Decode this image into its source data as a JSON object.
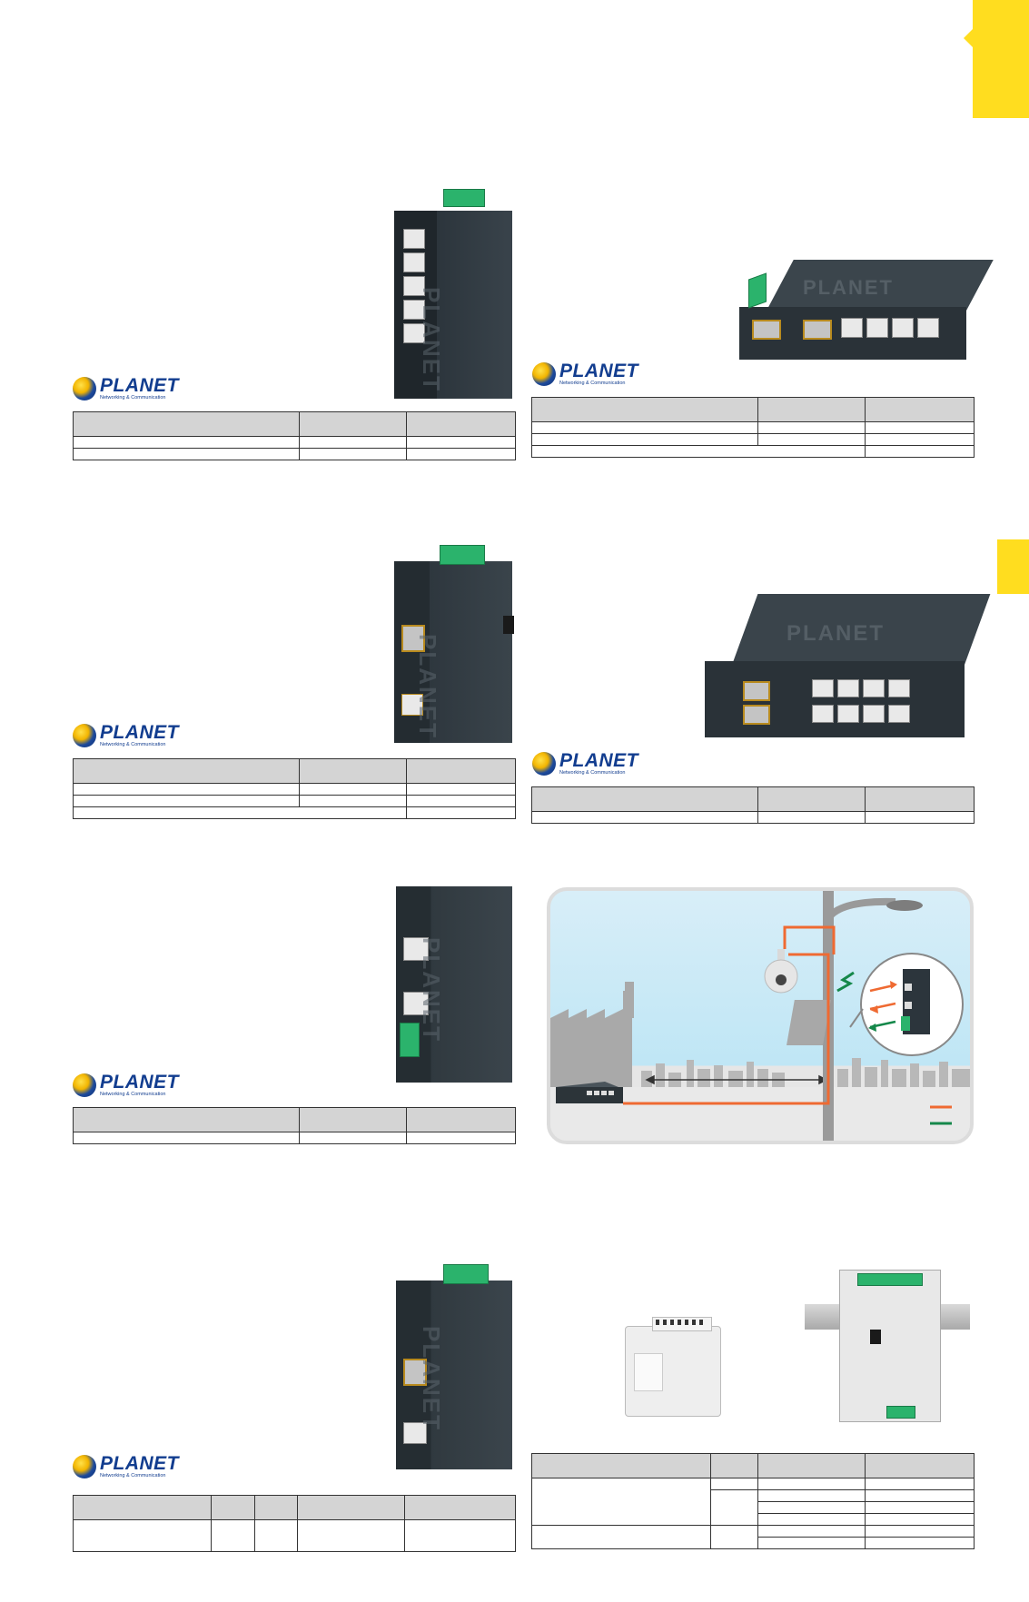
{
  "brand": {
    "logo_name": "PLANET",
    "logo_tagline": "Networking & Communication",
    "device_mark": "PLANET"
  },
  "colors": {
    "tab_yellow": "#ffdd1f",
    "logo_blue": "#123d8f",
    "table_header_gray": "#d4d4d4",
    "device_body": "#2f3a42",
    "terminal_green": "#2bb36c",
    "sky_blue": "#bfe6f5",
    "ground_gray": "#c9c9c9",
    "legend_orange": "#ef6a32",
    "legend_green": "#15884a"
  },
  "diagram": {
    "description_icons": [
      "street-light",
      "ptz-camera",
      "poe-switch",
      "industrial-injector",
      "factory-skyline"
    ]
  }
}
